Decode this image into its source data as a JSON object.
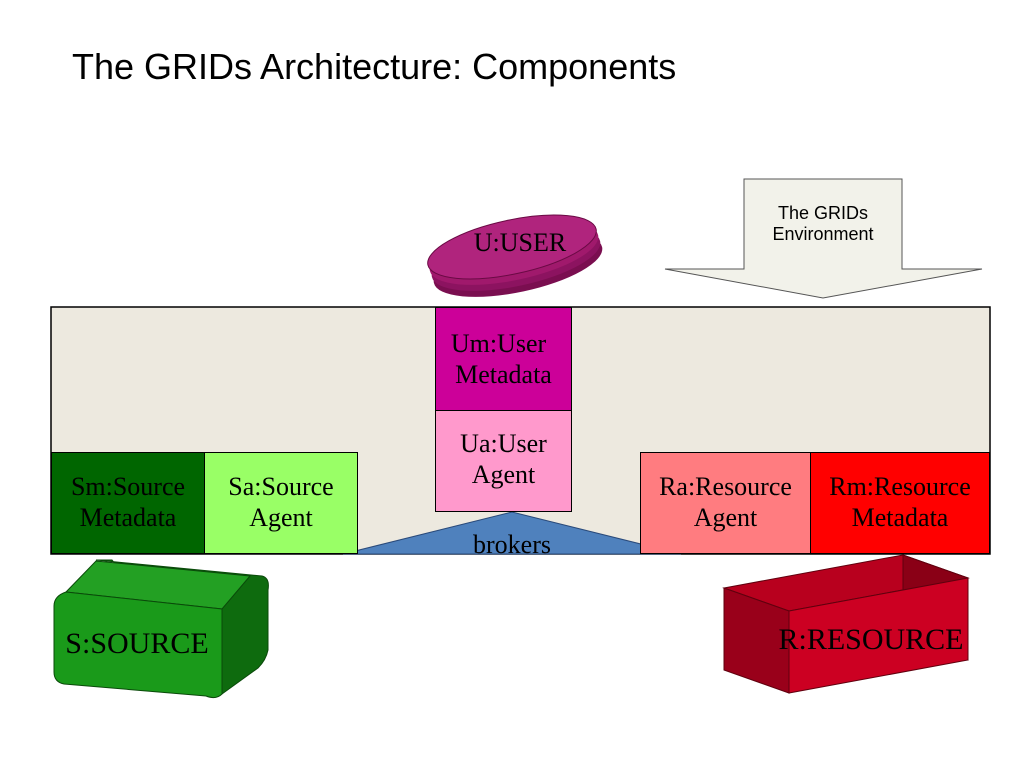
{
  "title": "The GRIDs Architecture: Components",
  "environment_arrow": {
    "line1": "The GRIDs",
    "line2": "Environment"
  },
  "user": {
    "label": "U:USER"
  },
  "user_metadata": {
    "line1": "Um:User",
    "line2": "Metadata"
  },
  "user_agent": {
    "line1": "Ua:User",
    "line2": "Agent"
  },
  "source_metadata": {
    "line1": "Sm:Source",
    "line2": "Metadata"
  },
  "source_agent": {
    "line1": "Sa:Source",
    "line2": "Agent"
  },
  "resource_agent": {
    "line1": "Ra:Resource",
    "line2": "Agent"
  },
  "resource_metadata": {
    "line1": "Rm:Resource",
    "line2": "Metadata"
  },
  "brokers": {
    "label": "brokers"
  },
  "source": {
    "label": "S:SOURCE"
  },
  "resource": {
    "label": "R:RESOURCE"
  },
  "colors": {
    "environment_panel": "#ede9df",
    "user_disc": "#a0196c",
    "user_metadata": "#cc0099",
    "user_agent": "#ff99cc",
    "source_metadata": "#006600",
    "source_agent": "#99ff66",
    "resource_agent": "#ff7c80",
    "resource_metadata": "#ff0000",
    "brokers": "#4f81bd",
    "source_block": "#1a9a1a",
    "resource_block": "#cc0022"
  }
}
